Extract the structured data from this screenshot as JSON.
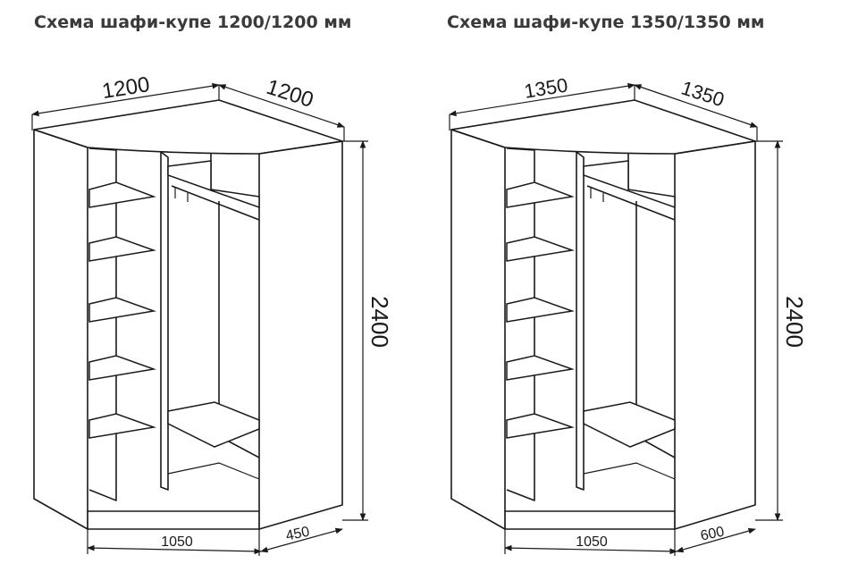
{
  "titles": {
    "left": "Схема шафи-купе 1200/1200 мм",
    "right": "Схема шафи-купе 1350/1350 мм"
  },
  "left": {
    "width_a": "1200",
    "width_b": "1200",
    "height": "2400",
    "front": "1050",
    "depth": "450"
  },
  "right": {
    "width_a": "1350",
    "width_b": "1350",
    "height": "2400",
    "front": "1050",
    "depth": "600"
  }
}
